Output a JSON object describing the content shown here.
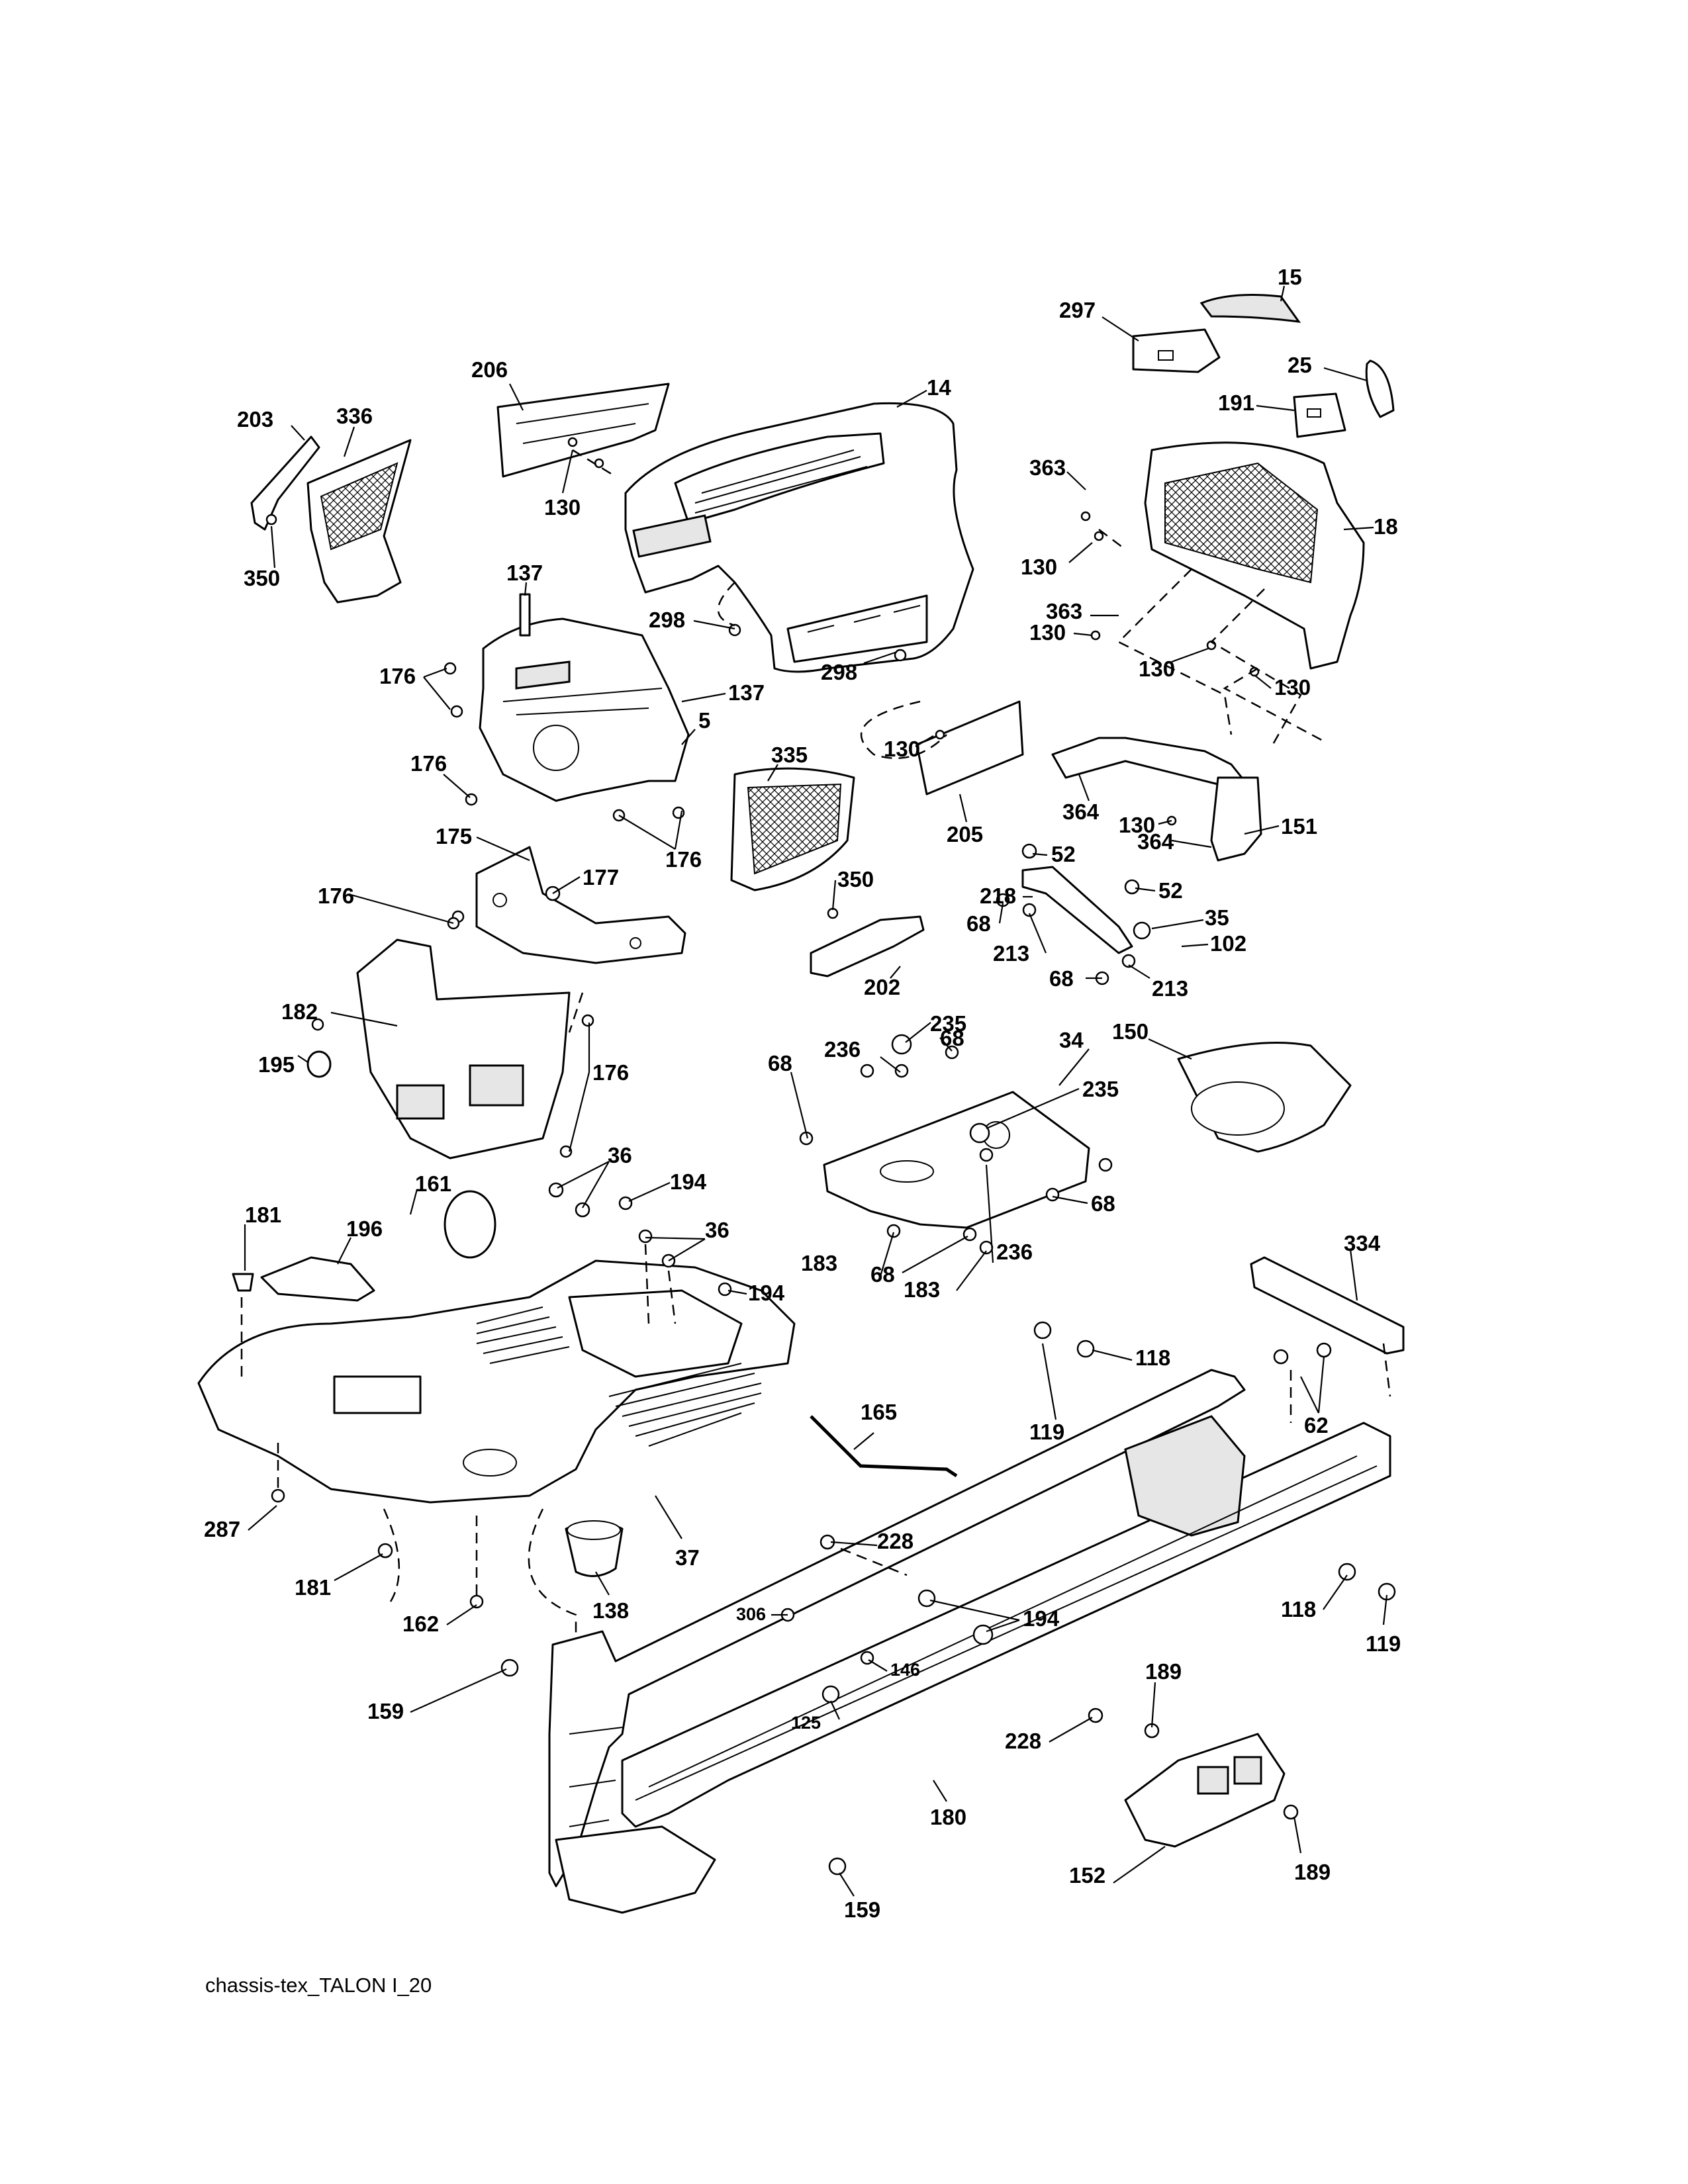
{
  "figure_id": "chassis-tex_TALON I_20",
  "callouts": [
    {
      "label": "15"
    },
    {
      "label": "297"
    },
    {
      "label": "25"
    },
    {
      "label": "191"
    },
    {
      "label": "206"
    },
    {
      "label": "14"
    },
    {
      "label": "203"
    },
    {
      "label": "336"
    },
    {
      "label": "350"
    },
    {
      "label": "130"
    },
    {
      "label": "363"
    },
    {
      "label": "18"
    },
    {
      "label": "130"
    },
    {
      "label": "137"
    },
    {
      "label": "298"
    },
    {
      "label": "363"
    },
    {
      "label": "130"
    },
    {
      "label": "130"
    },
    {
      "label": "130"
    },
    {
      "label": "176"
    },
    {
      "label": "137"
    },
    {
      "label": "298"
    },
    {
      "label": "5"
    },
    {
      "label": "130"
    },
    {
      "label": "176"
    },
    {
      "label": "335"
    },
    {
      "label": "364"
    },
    {
      "label": "130"
    },
    {
      "label": "151"
    },
    {
      "label": "205"
    },
    {
      "label": "364"
    },
    {
      "label": "175"
    },
    {
      "label": "177"
    },
    {
      "label": "176"
    },
    {
      "label": "52"
    },
    {
      "label": "350"
    },
    {
      "label": "218"
    },
    {
      "label": "52"
    },
    {
      "label": "176"
    },
    {
      "label": "68"
    },
    {
      "label": "35"
    },
    {
      "label": "213"
    },
    {
      "label": "102"
    },
    {
      "label": "202"
    },
    {
      "label": "68"
    },
    {
      "label": "213"
    },
    {
      "label": "182"
    },
    {
      "label": "235"
    },
    {
      "label": "150"
    },
    {
      "label": "236"
    },
    {
      "label": "68"
    },
    {
      "label": "34"
    },
    {
      "label": "195"
    },
    {
      "label": "176"
    },
    {
      "label": "68"
    },
    {
      "label": "235"
    },
    {
      "label": "36"
    },
    {
      "label": "161"
    },
    {
      "label": "194"
    },
    {
      "label": "68"
    },
    {
      "label": "181"
    },
    {
      "label": "196"
    },
    {
      "label": "36"
    },
    {
      "label": "183"
    },
    {
      "label": "236"
    },
    {
      "label": "68"
    },
    {
      "label": "334"
    },
    {
      "label": "194"
    },
    {
      "label": "183"
    },
    {
      "label": "118"
    },
    {
      "label": "165"
    },
    {
      "label": "62"
    },
    {
      "label": "119"
    },
    {
      "label": "287"
    },
    {
      "label": "228"
    },
    {
      "label": "37"
    },
    {
      "label": "181"
    },
    {
      "label": "194"
    },
    {
      "label": "306"
    },
    {
      "label": "118"
    },
    {
      "label": "162"
    },
    {
      "label": "138"
    },
    {
      "label": "146"
    },
    {
      "label": "119"
    },
    {
      "label": "189"
    },
    {
      "label": "159"
    },
    {
      "label": "125"
    },
    {
      "label": "228"
    },
    {
      "label": "180"
    },
    {
      "label": "152"
    },
    {
      "label": "189"
    },
    {
      "label": "159"
    }
  ]
}
